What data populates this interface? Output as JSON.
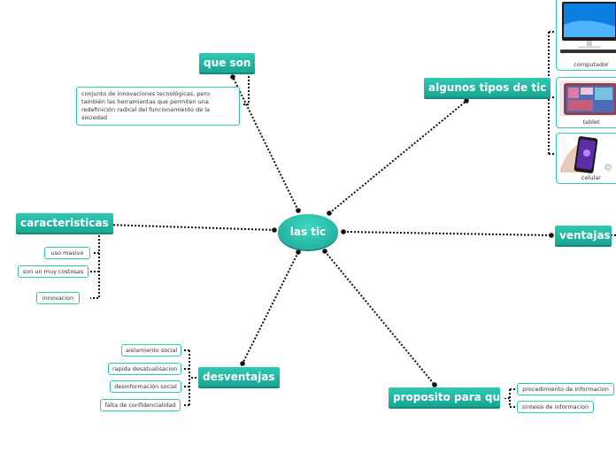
{
  "central": "las tic",
  "branches": {
    "que_son": {
      "title": "que son",
      "note": "conjunto de innovaciones tecnológicas, pero también las herramientas que permiten una redefinición radical del funcionamiento de la sociedad"
    },
    "algunos_tipos": {
      "title": "algunos tipos de tic",
      "items": [
        "computador",
        "tablet",
        "celular"
      ]
    },
    "caracteristicas": {
      "title": "caracteristicas",
      "items": [
        "uso masivo",
        "son un muy costosas",
        "innovacion"
      ]
    },
    "ventajas": {
      "title": "ventajas"
    },
    "desventajas": {
      "title": "desventajas",
      "items": [
        "aislamiento social",
        "rapida desatualisacion",
        "desinformación social",
        "falta de confidencialidad"
      ]
    },
    "proposito": {
      "title": "proposito para que",
      "items": [
        "procedimiento de informacion",
        "sintesis de informacion"
      ]
    }
  },
  "colors": {
    "topic": "#1aa593",
    "accent": "#2ec9b4",
    "line": "#111111"
  }
}
